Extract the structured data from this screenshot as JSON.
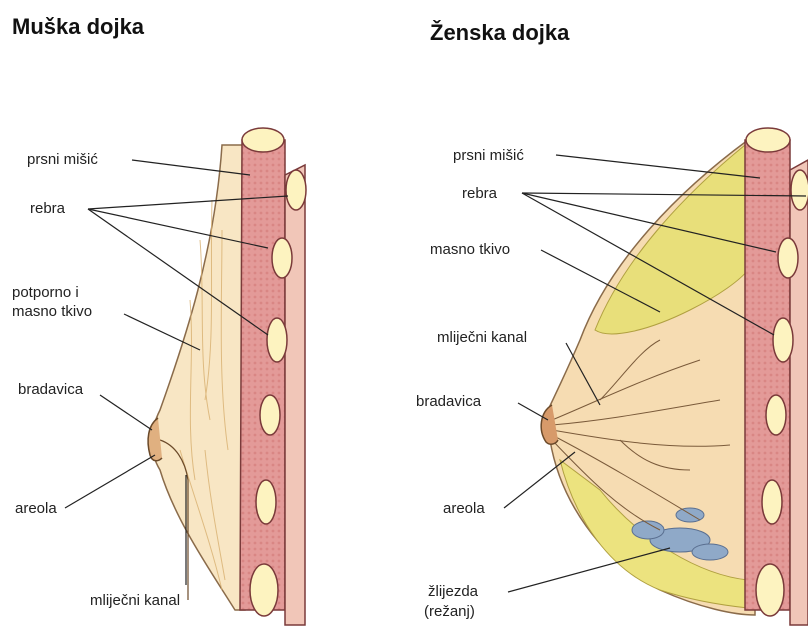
{
  "left": {
    "title": "Muška dojka",
    "labels": {
      "muscle": "prsni mišić",
      "ribs": "rebra",
      "support_line1": "potporno i",
      "support_line2": "masno tkivo",
      "nipple": "bradavica",
      "areola": "areola",
      "duct": "mliječni kanal"
    }
  },
  "right": {
    "title": "Ženska dojka",
    "labels": {
      "muscle": "prsni mišić",
      "ribs": "rebra",
      "fat": "masno tkivo",
      "duct": "mliječni kanal",
      "nipple": "bradavica",
      "areola": "areola",
      "gland_line1": "žlijezda",
      "gland_line2": "(režanj)"
    }
  },
  "colors": {
    "muscle": "#e8a0a0",
    "rib": "#fdf3c0",
    "fat": "#e9e080",
    "tissue": "#f7e4c0",
    "gland": "#8fa9c8"
  }
}
